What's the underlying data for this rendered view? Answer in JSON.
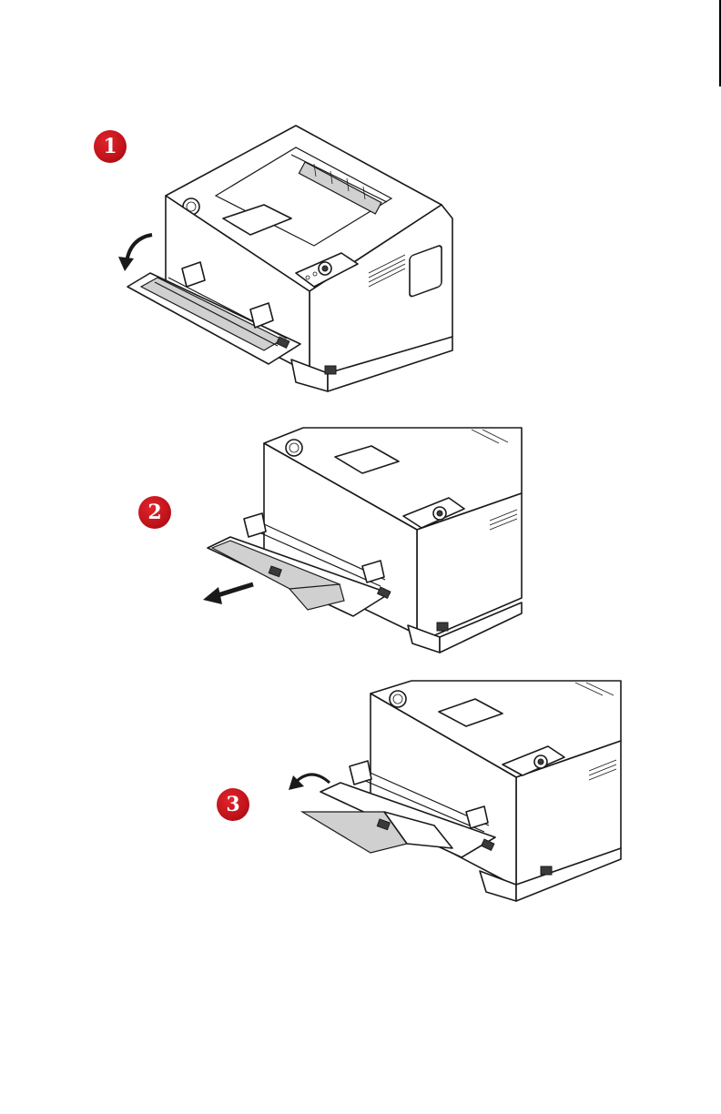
{
  "steps": [
    {
      "number": "1",
      "badge_color": "#c1121a",
      "figure": "printer-front-tray-opening",
      "arrow_icon": "curved-down-arrow-icon"
    },
    {
      "number": "2",
      "badge_color": "#c1121a",
      "figure": "tray-extension-pulled-out",
      "arrow_icon": "straight-left-arrow-icon"
    },
    {
      "number": "3",
      "badge_color": "#c1121a",
      "figure": "tray-flap-flipped-open",
      "arrow_icon": "curved-left-arrow-icon"
    }
  ]
}
